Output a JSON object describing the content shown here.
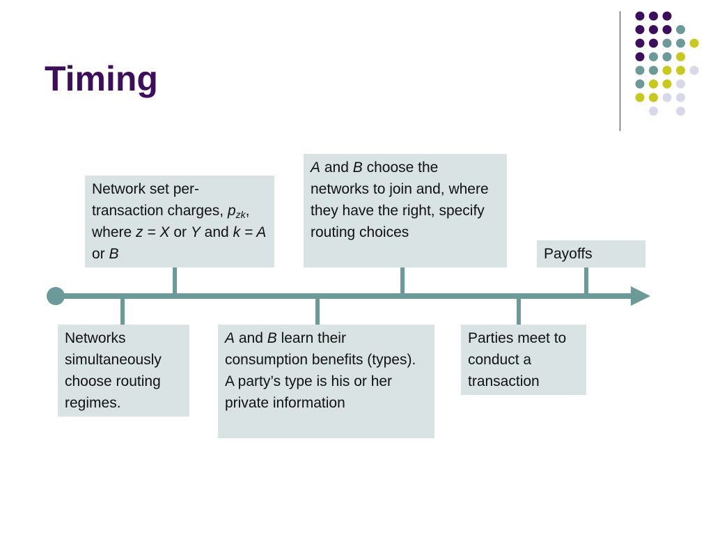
{
  "slide": {
    "title": "Timing"
  },
  "colors": {
    "title": "#3d0e5c",
    "timeline": "#6b9a98",
    "box_fill": "#d9e3e3",
    "dot_purple": "#3d0e5c",
    "dot_teal": "#6b9a98",
    "dot_yellow": "#c8c81e",
    "dot_lavender": "#d8d8ea"
  },
  "decoration": {
    "dot_rows": [
      [
        "purple",
        "purple",
        "purple"
      ],
      [
        "purple",
        "purple",
        "purple",
        "teal"
      ],
      [
        "purple",
        "purple",
        "teal",
        "teal",
        "yellow"
      ],
      [
        "purple",
        "teal",
        "teal",
        "yellow"
      ],
      [
        "teal",
        "teal",
        "yellow",
        "yellow",
        "lavender"
      ],
      [
        "teal",
        "yellow",
        "yellow",
        "lavender"
      ],
      [
        "yellow",
        "yellow",
        "lavender",
        "lavender"
      ],
      [
        "lavender",
        "lavender"
      ]
    ]
  },
  "timeline": {
    "events_above": [
      {
        "id": "network-charges",
        "parts": [
          {
            "t": "Network set per-transaction charges, "
          },
          {
            "t": "p",
            "i": true
          },
          {
            "t": "zk",
            "i": true,
            "sub": true
          },
          {
            "t": ", where "
          },
          {
            "t": "z = X",
            "i": true
          },
          {
            "t": " or "
          },
          {
            "t": "Y",
            "i": true
          },
          {
            "t": " and "
          },
          {
            "t": "k = A",
            "i": true
          },
          {
            "t": " or "
          },
          {
            "t": "B",
            "i": true
          }
        ]
      },
      {
        "id": "choose-networks",
        "parts": [
          {
            "t": "A",
            "i": true
          },
          {
            "t": " and "
          },
          {
            "t": "B",
            "i": true
          },
          {
            "t": " choose the networks to join and, where they have the right, specify routing choices"
          }
        ]
      },
      {
        "id": "payoffs",
        "parts": [
          {
            "t": "Payoffs"
          }
        ]
      }
    ],
    "events_below": [
      {
        "id": "routing-regimes",
        "parts": [
          {
            "t": "Networks simultaneously choose routing regimes."
          }
        ]
      },
      {
        "id": "learn-benefits",
        "parts": [
          {
            "t": "A",
            "i": true
          },
          {
            "t": " and "
          },
          {
            "t": "B",
            "i": true
          },
          {
            "t": " learn their consumption benefits (types). A party’s type is his or her private information"
          }
        ]
      },
      {
        "id": "parties-meet",
        "parts": [
          {
            "t": "Parties meet to conduct a transaction"
          }
        ]
      }
    ]
  }
}
